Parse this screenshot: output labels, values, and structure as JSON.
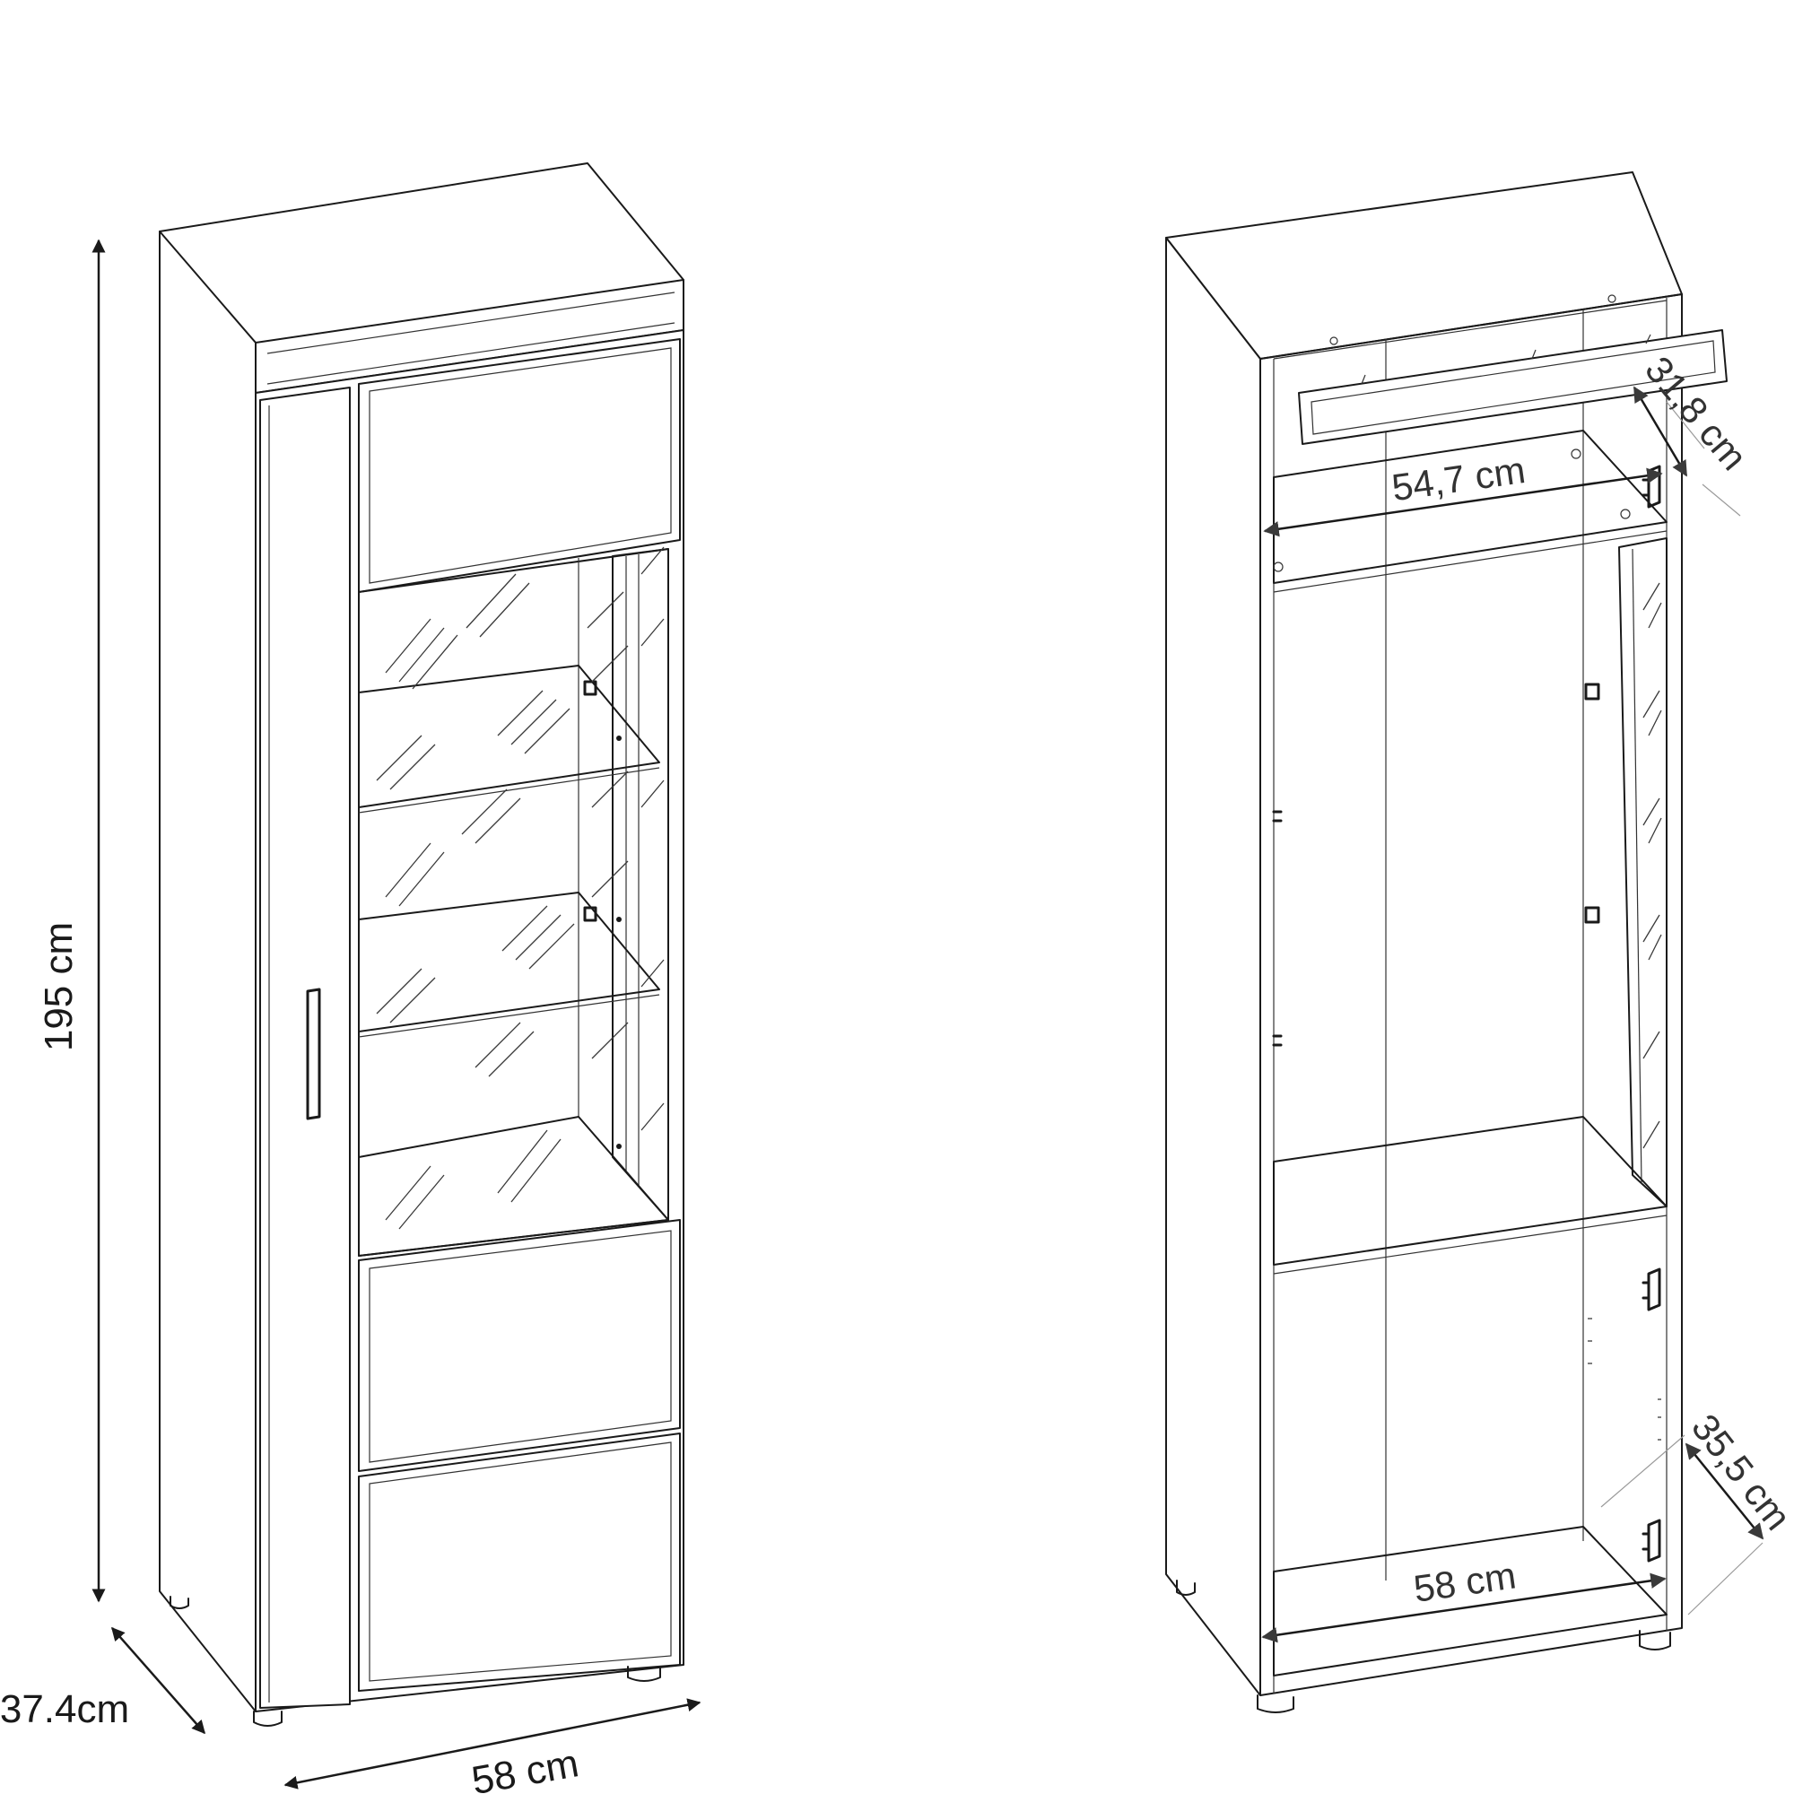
{
  "left_view": {
    "height_label": "195 cm",
    "depth_label": "37.4cm",
    "width_label": "58 cm"
  },
  "right_view": {
    "inner_width_top_label": "54,7 cm",
    "top_depth_label": "31,8 cm",
    "bottom_depth_label": "35,5 cm",
    "bottom_width_label": "58 cm"
  },
  "colors": {
    "line": "#1a1a1a",
    "dimension_arrow": "#3a3a3a",
    "background": "#ffffff"
  }
}
